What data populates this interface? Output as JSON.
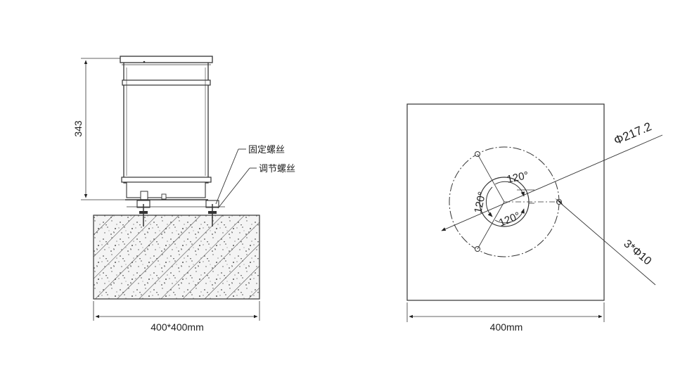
{
  "left_view": {
    "height_dim": "343",
    "base_dim": "400*400mm",
    "callout_fixed": "固定螺丝",
    "callout_adjust": "调节螺丝"
  },
  "right_view": {
    "width_dim": "400mm",
    "diameter_dim": "Φ217.2",
    "hole_dim": "3*Φ10",
    "angle_top": "120°",
    "angle_left": "120°",
    "angle_bottom": "120°"
  }
}
